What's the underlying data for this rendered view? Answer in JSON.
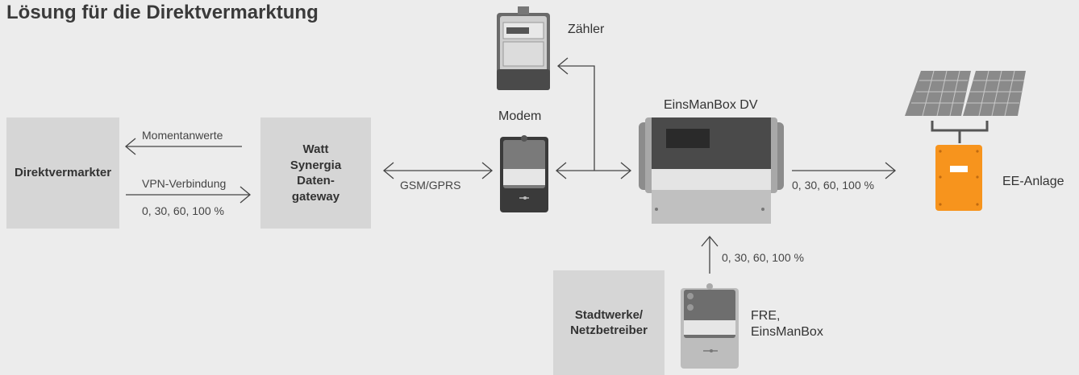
{
  "title": "Lösung für die Direktvermarktung",
  "nodes": {
    "direktvermarkter": "Direktvermarkter",
    "gateway": "Watt\nSynergia\nDaten-\ngateway",
    "stadtwerke": "Stadtwerke/\nNetzbetreiber"
  },
  "devices": {
    "zaehler": "Zähler",
    "modem": "Modem",
    "einsmanbox_dv": "EinsManBox DV",
    "ee_anlage": "EE-Anlage",
    "fre": "FRE,\nEinsManBox"
  },
  "connections": {
    "momentanwerte": "Momentanwerte",
    "vpn": "VPN-Verbindung",
    "vpn_values": "0, 30, 60, 100 %",
    "gsm": "GSM/GPRS",
    "to_ee_values": "0, 30, 60, 100 %",
    "from_fre_values": "0, 30, 60, 100 %"
  },
  "colors": {
    "box_bg": "#d6d6d6",
    "inverter_orange": "#f7941d",
    "meter_dark": "#3a3a3a"
  }
}
